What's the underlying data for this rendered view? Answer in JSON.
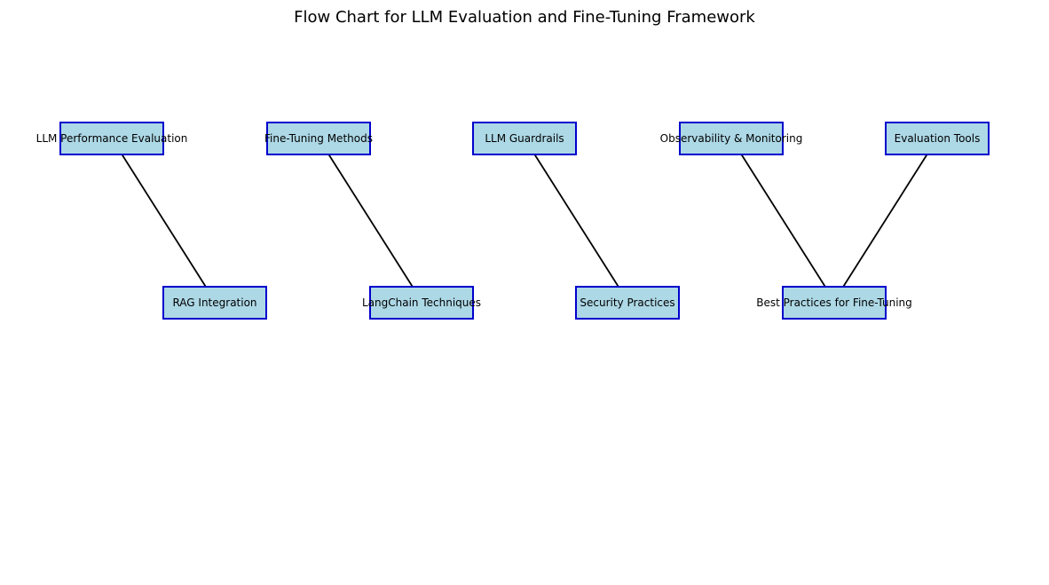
{
  "title": "Flow Chart for LLM Evaluation and Fine-Tuning Framework",
  "colors": {
    "node_fill": "#add8e6",
    "node_border": "#0000cd",
    "arrow": "#000000",
    "background": "#ffffff"
  },
  "nodes": [
    {
      "id": "llm-performance-evaluation",
      "label": "LLM Performance Evaluation",
      "row": "top",
      "column": 0
    },
    {
      "id": "fine-tuning-methods",
      "label": "Fine-Tuning Methods",
      "row": "top",
      "column": 1
    },
    {
      "id": "llm-guardrails",
      "label": "LLM Guardrails",
      "row": "top",
      "column": 2
    },
    {
      "id": "observability-monitoring",
      "label": "Observability & Monitoring",
      "row": "top",
      "column": 3
    },
    {
      "id": "evaluation-tools",
      "label": "Evaluation Tools",
      "row": "top",
      "column": 4
    },
    {
      "id": "rag-integration",
      "label": "RAG Integration",
      "row": "bottom",
      "column": 0
    },
    {
      "id": "langchain-techniques",
      "label": "LangChain Techniques",
      "row": "bottom",
      "column": 1
    },
    {
      "id": "security-practices",
      "label": "Security Practices",
      "row": "bottom",
      "column": 2
    },
    {
      "id": "best-practices-fine-tuning",
      "label": "Best Practices for Fine-Tuning",
      "row": "bottom",
      "column": 3
    }
  ],
  "edges": [
    {
      "from": "llm-performance-evaluation",
      "to": "rag-integration"
    },
    {
      "from": "fine-tuning-methods",
      "to": "langchain-techniques"
    },
    {
      "from": "llm-guardrails",
      "to": "security-practices"
    },
    {
      "from": "observability-monitoring",
      "to": "best-practices-fine-tuning"
    },
    {
      "from": "evaluation-tools",
      "to": "best-practices-fine-tuning"
    }
  ]
}
